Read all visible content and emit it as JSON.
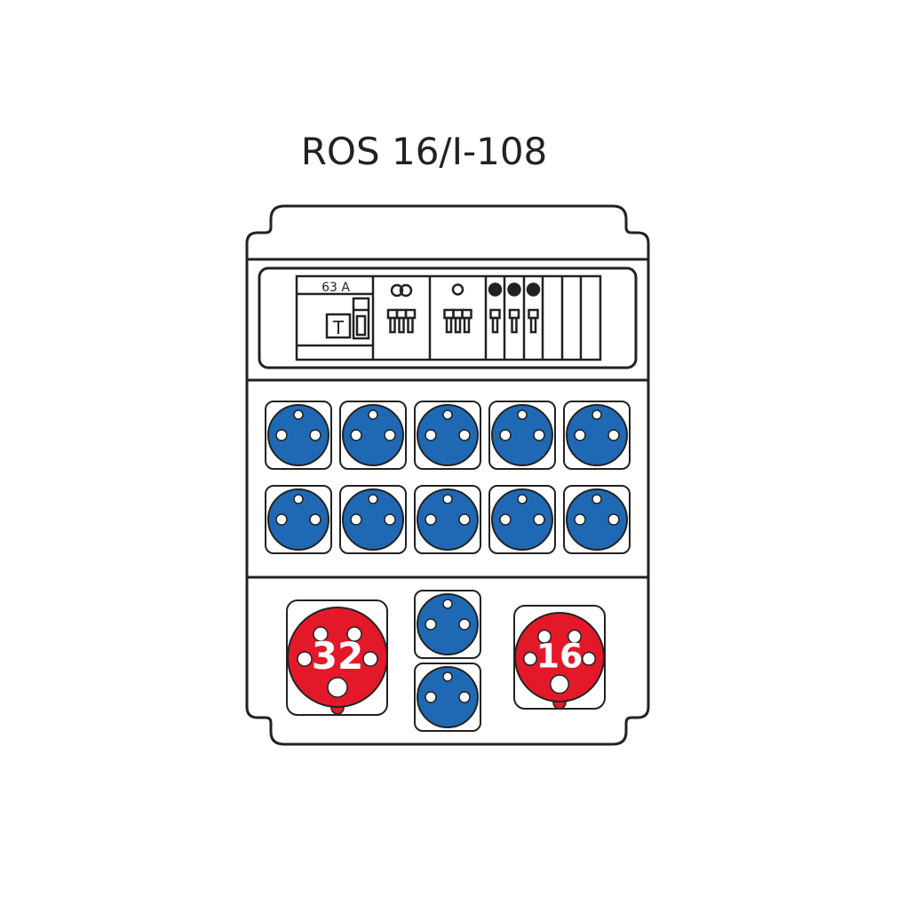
{
  "title": "ROS 16/I-108",
  "colors": {
    "outline": "#222222",
    "blue_socket": "#1f69b4",
    "red_socket": "#e3192a"
  },
  "breaker_panel": {
    "main_switch_label": "63 A",
    "rcd_test_label": "T",
    "modules": [
      {
        "type": "three-pole",
        "symbol": "double-ring"
      },
      {
        "type": "three-pole",
        "symbol": "ring"
      },
      {
        "type": "single-pole",
        "symbol": "dot"
      },
      {
        "type": "single-pole",
        "symbol": "dot"
      },
      {
        "type": "single-pole",
        "symbol": "dot"
      },
      {
        "type": "blank"
      },
      {
        "type": "blank"
      },
      {
        "type": "blank"
      }
    ]
  },
  "sockets": {
    "schuko_rows": 2,
    "schuko_per_row": 5,
    "bottom_schuko_count": 2,
    "cee_left_rating": "32",
    "cee_right_rating": "16"
  }
}
